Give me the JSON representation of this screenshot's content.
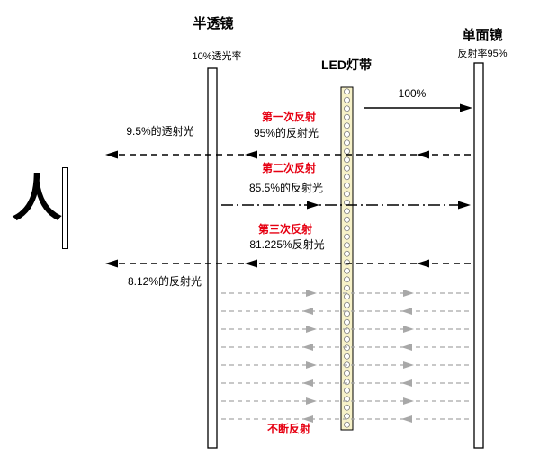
{
  "scene": {
    "half_mirror": {
      "title": "半透镜",
      "subtitle": "10%透光率"
    },
    "one_way_mirror": {
      "title": "单面镜",
      "subtitle": "反射率95%"
    },
    "led_strip": {
      "title": "LED灯带"
    },
    "viewer": {
      "glyph": "人"
    },
    "beams": {
      "initial": {
        "label": "100%"
      },
      "first": {
        "title": "第一次反射",
        "value": "95%的反射光",
        "transmitted": "9.5%的透射光"
      },
      "second": {
        "title": "第二次反射",
        "value": "85.5%的反射光"
      },
      "third": {
        "title": "第三次反射",
        "value": "81.225%反射光",
        "transmitted": "8.12%的反射光"
      },
      "endless": {
        "label": "不断反射"
      }
    },
    "colors": {
      "highlight": "#e60012",
      "faded": "#a8a8a8",
      "ink": "#000000",
      "led_fill": "#f7f2c9"
    }
  }
}
